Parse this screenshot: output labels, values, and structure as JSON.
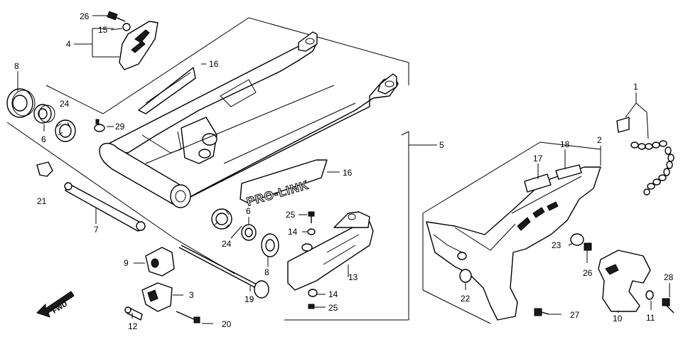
{
  "diagram": {
    "decal_text": "PRO-LINK",
    "direction_label": "FWD",
    "callouts": {
      "c1": "1",
      "c2": "2",
      "c3": "3",
      "c4": "4",
      "c5": "5",
      "c6a": "6",
      "c6b": "6",
      "c7": "7",
      "c8a": "8",
      "c8b": "8",
      "c9": "9",
      "c10": "10",
      "c11": "11",
      "c12": "12",
      "c13": "13",
      "c14a": "14",
      "c14b": "14",
      "c15": "15",
      "c16a": "16",
      "c16b": "16",
      "c17": "17",
      "c18": "18",
      "c19": "19",
      "c20": "20",
      "c21": "21",
      "c22": "22",
      "c23": "23",
      "c24a": "24",
      "c24b": "24",
      "c25a": "25",
      "c25b": "25",
      "c26a": "26",
      "c26b": "26",
      "c27": "27",
      "c28": "28",
      "c29": "29"
    }
  }
}
